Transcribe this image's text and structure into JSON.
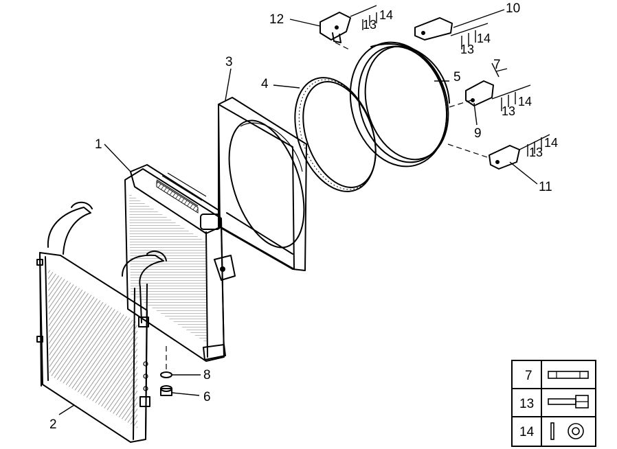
{
  "parts": {
    "p1": "1",
    "p2": "2",
    "p3": "3",
    "p4": "4",
    "p5": "5",
    "p6": "6",
    "p7": "7",
    "p8": "8",
    "p9": "9",
    "p10": "10",
    "p11": "11",
    "p12": "12"
  },
  "fastener_notes": {
    "n12_13": "13",
    "n12_14": "14",
    "n10_13": "13",
    "n10_14": "14",
    "n9_13": "13",
    "n9_14": "14",
    "n11_13": "13",
    "n11_14": "14"
  },
  "legend": {
    "rows": [
      {
        "number": "7",
        "icon": "bolt-icon"
      },
      {
        "number": "13",
        "icon": "hex-bolt-icon"
      },
      {
        "number": "14",
        "icon": "washer-icon"
      }
    ]
  }
}
